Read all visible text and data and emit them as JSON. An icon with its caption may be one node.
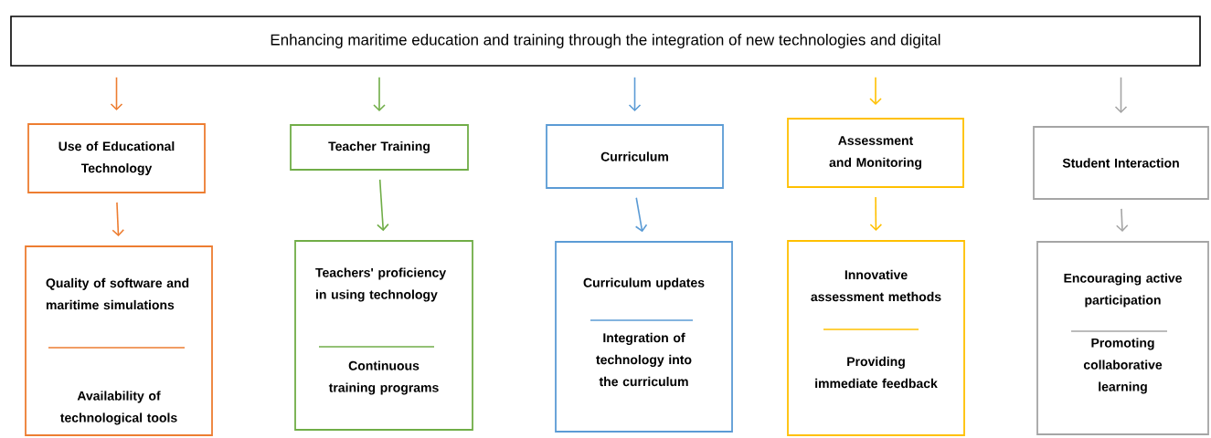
{
  "diagram": {
    "nodes": [
      {
        "text": [
          "Enhancing maritime education and training through the integration of new technologies and digital"
        ]
      },
      {
        "text": [
          "Use of Educational Technology"
        ]
      },
      {
        "text": [
          "Quality of software and maritime simulations",
          "Availability of technological tools"
        ]
      },
      {
        "text": [
          "Teacher Training"
        ]
      },
      {
        "text": [
          "Teachers' proficiency in using technology",
          "Continuous training programs"
        ]
      },
      {
        "text": [
          "Curriculum"
        ]
      },
      {
        "text": [
          "Curriculum updates",
          "Integration of technology into the curriculum"
        ]
      },
      {
        "text": [
          "Assessment and Monitoring"
        ]
      },
      {
        "text": [
          "Innovative assessment methods",
          "Providing immediate feedback"
        ]
      },
      {
        "text": [
          "Student Interaction"
        ]
      },
      {
        "text": [
          "Encouraging active participation",
          "Promoting collaborative learning"
        ]
      }
    ],
    "edges": [
      {
        "from": 0,
        "to": 1,
        "arrow": "to",
        "color": "#ed7d31"
      },
      {
        "from": 1,
        "to": 2,
        "arrow": "to",
        "color": "#ed7d31"
      },
      {
        "from": 0,
        "to": 3,
        "arrow": "to",
        "color": "#70ad47"
      },
      {
        "from": 3,
        "to": 4,
        "arrow": "to",
        "color": "#70ad47"
      },
      {
        "from": 0,
        "to": 5,
        "arrow": "to",
        "color": "#5b9bd5"
      },
      {
        "from": 5,
        "to": 6,
        "arrow": "to",
        "color": "#5b9bd5"
      },
      {
        "from": 0,
        "to": 7,
        "arrow": "to",
        "color": "#ffc000"
      },
      {
        "from": 7,
        "to": 8,
        "arrow": "to",
        "color": "#ffc000"
      },
      {
        "from": 0,
        "to": 9,
        "arrow": "to",
        "color": "#a5a5a5"
      },
      {
        "from": 9,
        "to": 10,
        "arrow": "to",
        "color": "#a5a5a5"
      }
    ]
  }
}
